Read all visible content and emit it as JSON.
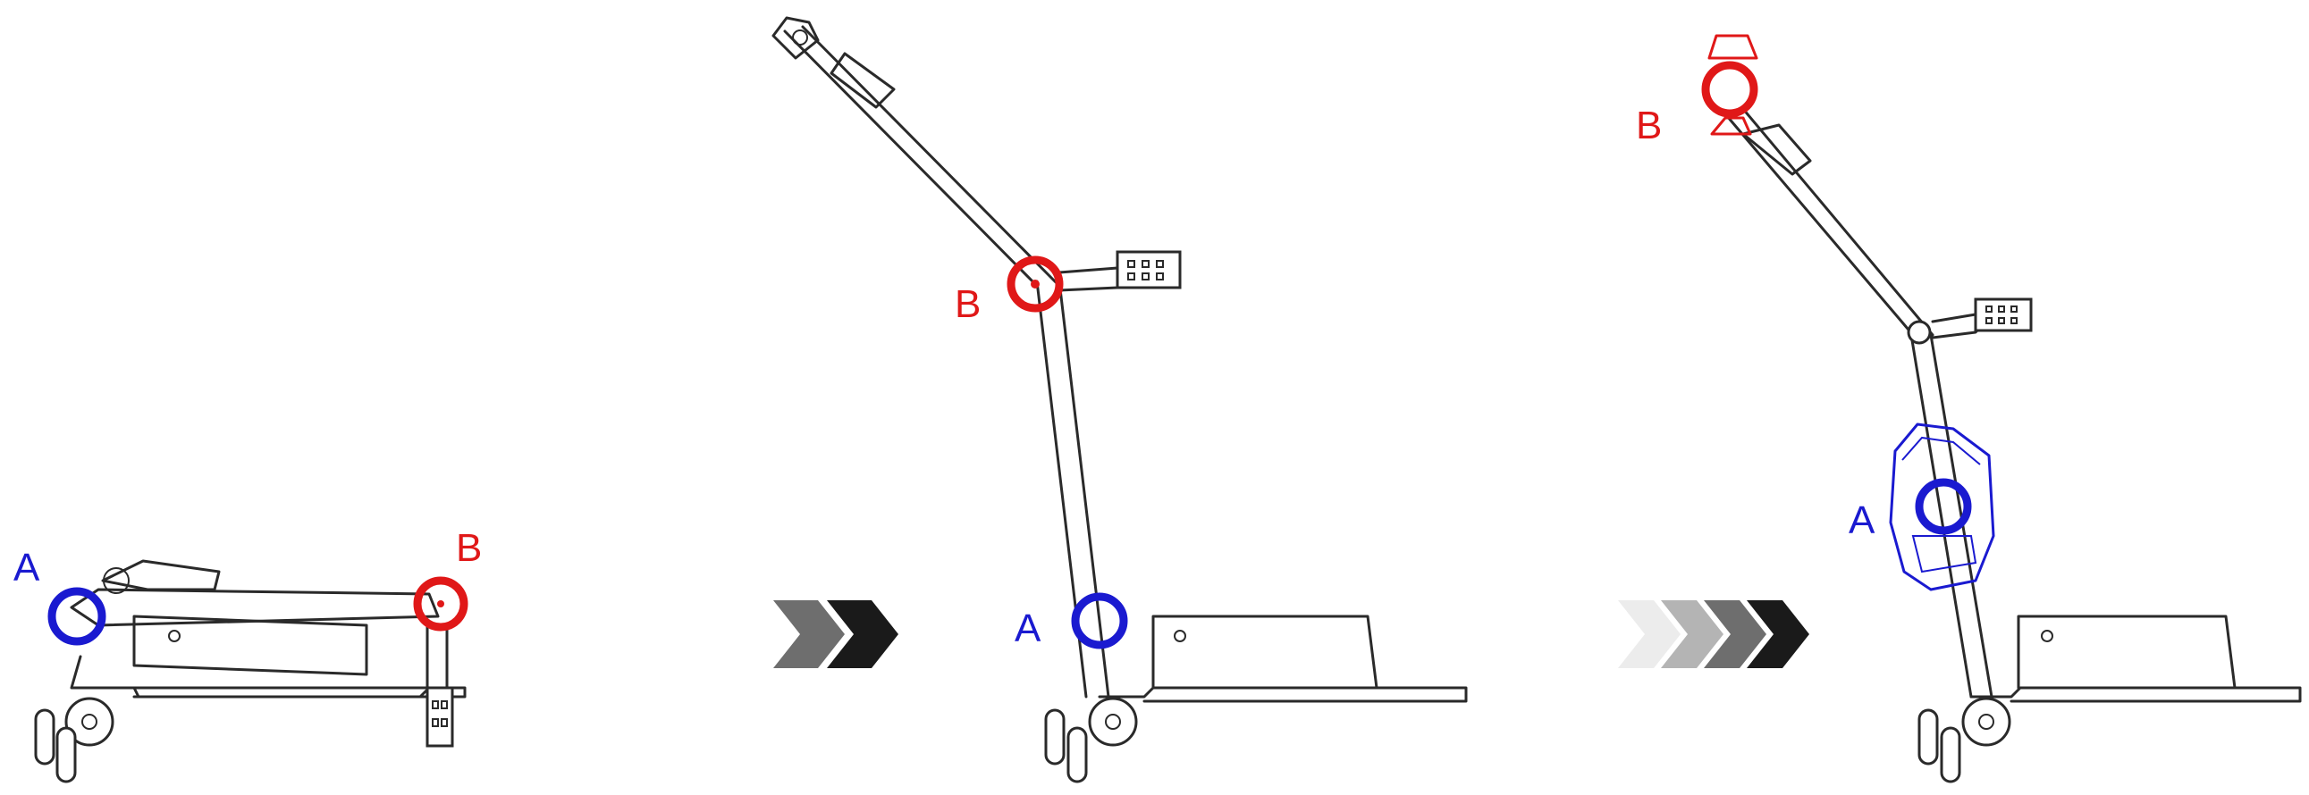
{
  "diagram": {
    "stages": [
      {
        "label_a": "A",
        "label_b": "B"
      },
      {
        "label_a": "A",
        "label_b": "B"
      },
      {
        "label_a": "A",
        "label_b": "B"
      }
    ],
    "colors": {
      "point_a": "#1a1ad0",
      "point_b": "#e01818",
      "line": "#2a2a2a",
      "arrow_dark": "#1a1a1a",
      "arrow_light": "#bdbdbd"
    },
    "arrows": [
      {
        "from_stage": 1,
        "to_stage": 2,
        "chevron_count": 2
      },
      {
        "from_stage": 2,
        "to_stage": 3,
        "chevron_count": 4
      }
    ]
  }
}
